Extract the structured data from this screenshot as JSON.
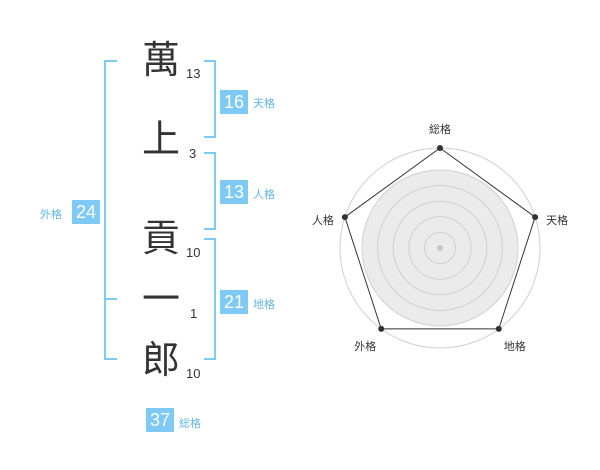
{
  "name": {
    "characters": [
      {
        "char": "萬",
        "strokes": "13"
      },
      {
        "char": "上",
        "strokes": "3"
      },
      {
        "char": "貢",
        "strokes": "10"
      },
      {
        "char": "一",
        "strokes": "1"
      },
      {
        "char": "郎",
        "strokes": "10"
      }
    ]
  },
  "kaku": {
    "tenkaku": {
      "value": "16",
      "label": "天格"
    },
    "jinkaku": {
      "value": "13",
      "label": "人格"
    },
    "chikaku": {
      "value": "21",
      "label": "地格"
    },
    "gaikaku": {
      "value": "24",
      "label": "外格"
    },
    "soukaku": {
      "value": "37",
      "label": "総格"
    }
  },
  "chart_data": {
    "type": "radar",
    "axes": [
      "総格",
      "天格",
      "地格",
      "外格",
      "人格"
    ],
    "values": [
      5,
      5,
      5,
      5,
      5
    ],
    "max": 5,
    "rings": 5,
    "colors": {
      "fill": "#ebebeb",
      "ring_stroke": "#d0d0d0",
      "line": "#333333",
      "point": "#333333"
    }
  },
  "colors": {
    "accent": "#7ecaf4",
    "accent_text": "#5fb7ea"
  }
}
